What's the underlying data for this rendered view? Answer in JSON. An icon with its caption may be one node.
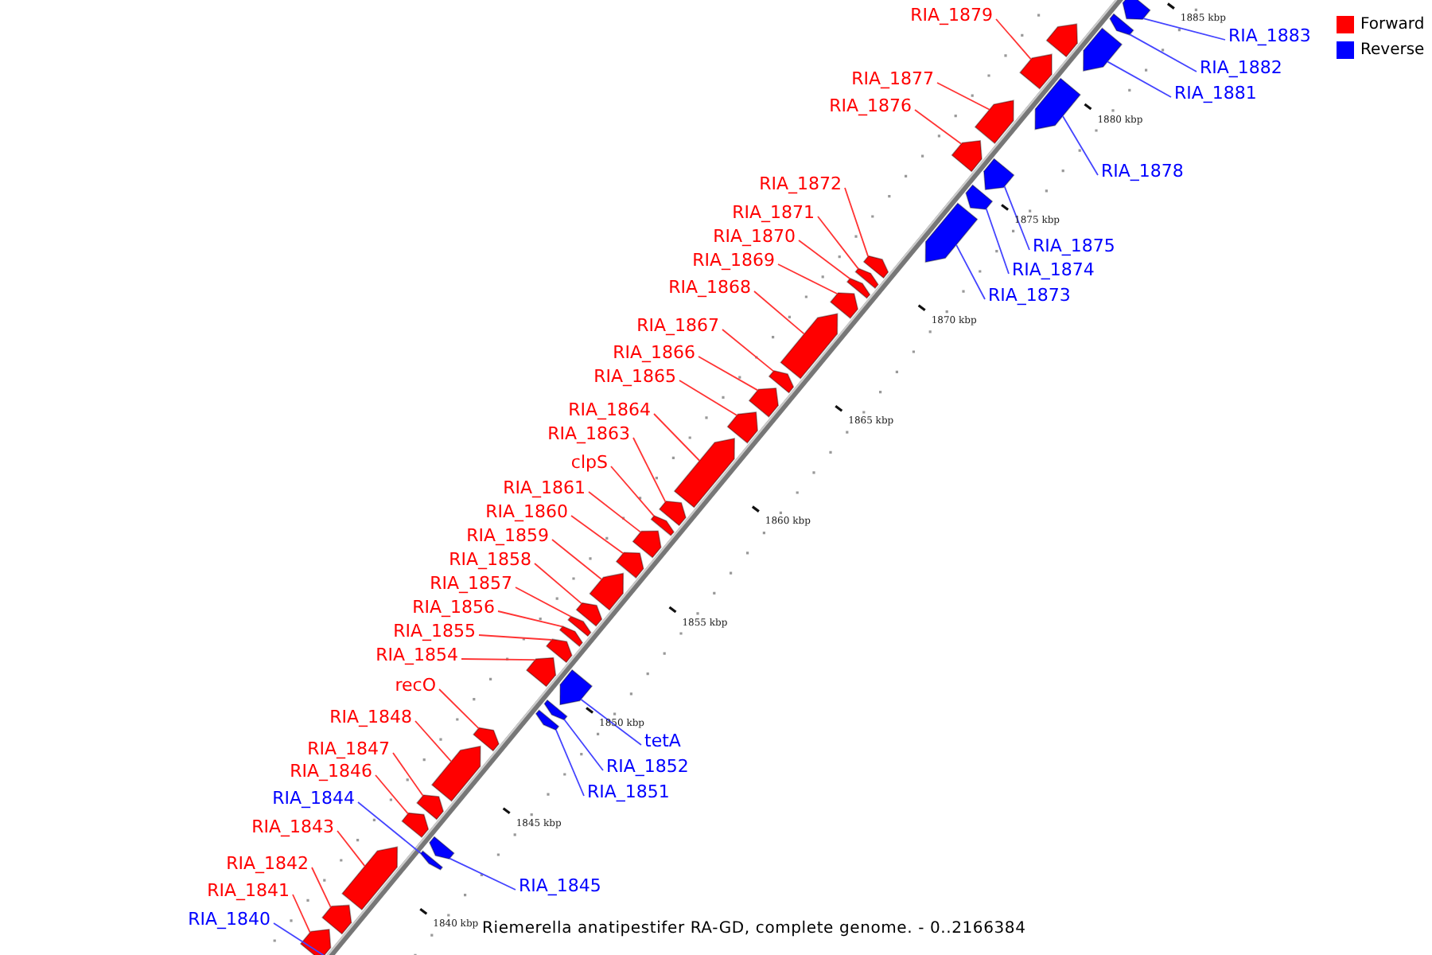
{
  "diagram": {
    "caption": "Riemerella anatipestifer RA-GD, complete genome. - 0..2166384",
    "nodes": [
      {
        "text": [
          "RIA_1879"
        ]
      },
      {
        "text": [
          "RIA_1883"
        ]
      },
      {
        "text": [
          "RIA_1882"
        ]
      },
      {
        "text": [
          "RIA_1877"
        ]
      },
      {
        "text": [
          "RIA_1881"
        ]
      },
      {
        "text": [
          "RIA_1876"
        ]
      },
      {
        "text": [
          "RIA_1878"
        ]
      },
      {
        "text": [
          "RIA_1872"
        ]
      },
      {
        "text": [
          "RIA_1871"
        ]
      },
      {
        "text": [
          "RIA_1870"
        ]
      },
      {
        "text": [
          "RIA_1875"
        ]
      },
      {
        "text": [
          "RIA_1869"
        ]
      },
      {
        "text": [
          "RIA_1874"
        ]
      },
      {
        "text": [
          "RIA_1868"
        ]
      },
      {
        "text": [
          "RIA_1873"
        ]
      },
      {
        "text": [
          "RIA_1867"
        ]
      },
      {
        "text": [
          "RIA_1866"
        ]
      },
      {
        "text": [
          "RIA_1865"
        ]
      },
      {
        "text": [
          "RIA_1864"
        ]
      },
      {
        "text": [
          "RIA_1863"
        ]
      },
      {
        "text": [
          "clpS"
        ]
      },
      {
        "text": [
          "RIA_1861"
        ]
      },
      {
        "text": [
          "RIA_1860"
        ]
      },
      {
        "text": [
          "RIA_1859"
        ]
      },
      {
        "text": [
          "RIA_1858"
        ]
      },
      {
        "text": [
          "RIA_1857"
        ]
      },
      {
        "text": [
          "RIA_1856"
        ]
      },
      {
        "text": [
          "RIA_1855"
        ]
      },
      {
        "text": [
          "RIA_1854"
        ]
      },
      {
        "text": [
          "recO"
        ]
      },
      {
        "text": [
          "RIA_1848"
        ]
      },
      {
        "text": [
          "tetA"
        ]
      },
      {
        "text": [
          "RIA_1847"
        ]
      },
      {
        "text": [
          "RIA_1852"
        ]
      },
      {
        "text": [
          "RIA_1846"
        ]
      },
      {
        "text": [
          "RIA_1851"
        ]
      },
      {
        "text": [
          "RIA_1844"
        ]
      },
      {
        "text": [
          "RIA_1843"
        ]
      },
      {
        "text": [
          "RIA_1842"
        ]
      },
      {
        "text": [
          "RIA_1845"
        ]
      },
      {
        "text": [
          "RIA_1841"
        ]
      },
      {
        "text": [
          "RIA_1840"
        ]
      },
      {
        "text": [],
        "shape": "arrow"
      },
      {
        "text": [],
        "shape": "arrow"
      },
      {
        "text": [],
        "shape": "arrow"
      },
      {
        "text": [],
        "shape": "arrow"
      },
      {
        "text": [],
        "shape": "arrow"
      },
      {
        "text": [],
        "shape": "arrow"
      },
      {
        "text": [],
        "shape": "arrow"
      },
      {
        "text": [],
        "shape": "arrow"
      },
      {
        "text": [],
        "shape": "arrow"
      },
      {
        "text": [],
        "shape": "arrow"
      },
      {
        "text": [],
        "shape": "arrow"
      },
      {
        "text": [],
        "shape": "arrow"
      },
      {
        "text": [],
        "shape": "arrow"
      },
      {
        "text": [],
        "shape": "arrow"
      },
      {
        "text": [],
        "shape": "arrow"
      },
      {
        "text": [],
        "shape": "arrow"
      },
      {
        "text": [],
        "shape": "arrow"
      },
      {
        "text": [],
        "shape": "arrow"
      },
      {
        "text": [],
        "shape": "arrow"
      },
      {
        "text": [],
        "shape": "arrow"
      },
      {
        "text": [],
        "shape": "arrow"
      },
      {
        "text": [],
        "shape": "arrow"
      },
      {
        "text": [],
        "shape": "arrow"
      },
      {
        "text": [],
        "shape": "arrow"
      },
      {
        "text": [],
        "shape": "arrow"
      },
      {
        "text": [],
        "shape": "arrow"
      },
      {
        "text": [],
        "shape": "arrow"
      },
      {
        "text": [],
        "shape": "arrow"
      },
      {
        "text": [],
        "shape": "arrow"
      },
      {
        "text": [],
        "shape": "arrow"
      },
      {
        "text": [],
        "shape": "arrow"
      },
      {
        "text": [],
        "shape": "arrow"
      },
      {
        "text": [],
        "shape": "arrow"
      },
      {
        "text": [],
        "shape": "arrow"
      },
      {
        "text": [],
        "shape": "arrow"
      },
      {
        "text": [],
        "shape": "arrow"
      },
      {
        "text": [],
        "shape": "arrow"
      },
      {
        "text": [],
        "shape": "arrow"
      },
      {
        "text": [],
        "shape": "arrow"
      },
      {
        "text": [],
        "shape": "arrow"
      },
      {
        "text": [],
        "shape": "arrow"
      },
      {
        "text": [],
        "shape": "arrow"
      }
    ],
    "edges": [
      {
        "from": 0,
        "to": 42,
        "arrow": "none"
      },
      {
        "from": 1,
        "to": 43,
        "arrow": "none",
        "color": "#4444ff"
      },
      {
        "from": 2,
        "to": 44,
        "arrow": "none",
        "color": "#4444ff"
      },
      {
        "from": 3,
        "to": 45,
        "arrow": "none"
      },
      {
        "from": 4,
        "to": 46,
        "arrow": "none",
        "color": "#4444ff"
      },
      {
        "from": 5,
        "to": 47,
        "arrow": "none"
      },
      {
        "from": 6,
        "to": 48,
        "arrow": "none",
        "color": "#4444ff"
      },
      {
        "from": 7,
        "to": 49,
        "arrow": "none"
      },
      {
        "from": 8,
        "to": 50,
        "arrow": "none"
      },
      {
        "from": 9,
        "to": 51,
        "arrow": "none"
      },
      {
        "from": 10,
        "to": 52,
        "arrow": "none",
        "color": "#4444ff"
      },
      {
        "from": 11,
        "to": 53,
        "arrow": "none"
      },
      {
        "from": 12,
        "to": 54,
        "arrow": "none",
        "color": "#4444ff"
      },
      {
        "from": 13,
        "to": 55,
        "arrow": "none"
      },
      {
        "from": 14,
        "to": 56,
        "arrow": "none",
        "color": "#4444ff"
      },
      {
        "from": 15,
        "to": 57,
        "arrow": "none"
      },
      {
        "from": 16,
        "to": 58,
        "arrow": "none"
      },
      {
        "from": 17,
        "to": 59,
        "arrow": "none"
      },
      {
        "from": 18,
        "to": 60,
        "arrow": "none"
      },
      {
        "from": 19,
        "to": 61,
        "arrow": "none"
      },
      {
        "from": 20,
        "to": 62,
        "arrow": "none"
      },
      {
        "from": 21,
        "to": 63,
        "arrow": "none"
      },
      {
        "from": 22,
        "to": 64,
        "arrow": "none"
      },
      {
        "from": 23,
        "to": 65,
        "arrow": "none"
      },
      {
        "from": 24,
        "to": 66,
        "arrow": "none"
      },
      {
        "from": 25,
        "to": 67,
        "arrow": "none"
      },
      {
        "from": 26,
        "to": 68,
        "arrow": "none"
      },
      {
        "from": 27,
        "to": 69,
        "arrow": "none"
      },
      {
        "from": 28,
        "to": 70,
        "arrow": "none"
      },
      {
        "from": 29,
        "to": 71,
        "arrow": "none"
      },
      {
        "from": 30,
        "to": 72,
        "arrow": "none"
      },
      {
        "from": 31,
        "to": 73,
        "arrow": "none",
        "color": "#4444ff"
      },
      {
        "from": 32,
        "to": 74,
        "arrow": "none"
      },
      {
        "from": 33,
        "to": 75,
        "arrow": "none",
        "color": "#4444ff"
      },
      {
        "from": 34,
        "to": 76,
        "arrow": "none"
      },
      {
        "from": 35,
        "to": 77,
        "arrow": "none",
        "color": "#4444ff"
      },
      {
        "from": 36,
        "to": 78,
        "arrow": "none",
        "color": "#4444ff"
      },
      {
        "from": 37,
        "to": 79,
        "arrow": "none"
      },
      {
        "from": 38,
        "to": 80,
        "arrow": "none"
      },
      {
        "from": 39,
        "to": 81,
        "arrow": "none",
        "color": "#4444ff"
      },
      {
        "from": 40,
        "to": 82,
        "arrow": "none"
      },
      {
        "from": 41,
        "to": null,
        "arrow": "none",
        "color": "#4444ff"
      }
    ],
    "labels": [
      "1885 kbp",
      "1880 kbp",
      "1875 kbp",
      "1870 kbp",
      "1865 kbp",
      "1860 kbp",
      "1855 kbp",
      "1850 kbp",
      "1845 kbp",
      "1840 kbp"
    ],
    "legend": [
      {
        "text": "Forward",
        "color": "#ff0000"
      },
      {
        "text": "Reverse",
        "color": "#0000ff"
      }
    ]
  }
}
